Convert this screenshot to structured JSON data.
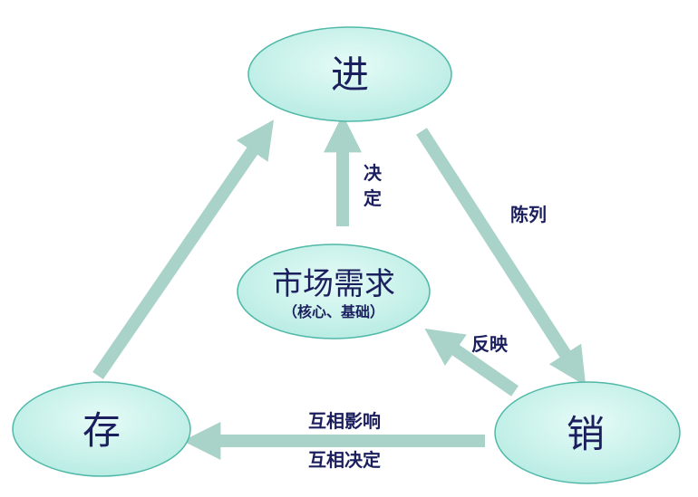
{
  "nodes": {
    "in": "进",
    "stock": "存",
    "sell": "销",
    "demand": "市场需求",
    "demand_sub": "（核心、基础）"
  },
  "labels": {
    "decide_1": "决",
    "decide_2": "定",
    "display": "陈列",
    "reflect": "反映",
    "mutual_influence": "互相影响",
    "mutual_decide": "互相决定"
  },
  "colors": {
    "ellipse_fill": "#c9f0ea",
    "ellipse_stroke": "#4fb8a8",
    "arrow": "#a9d2c9",
    "text": "#1b1f5e"
  }
}
